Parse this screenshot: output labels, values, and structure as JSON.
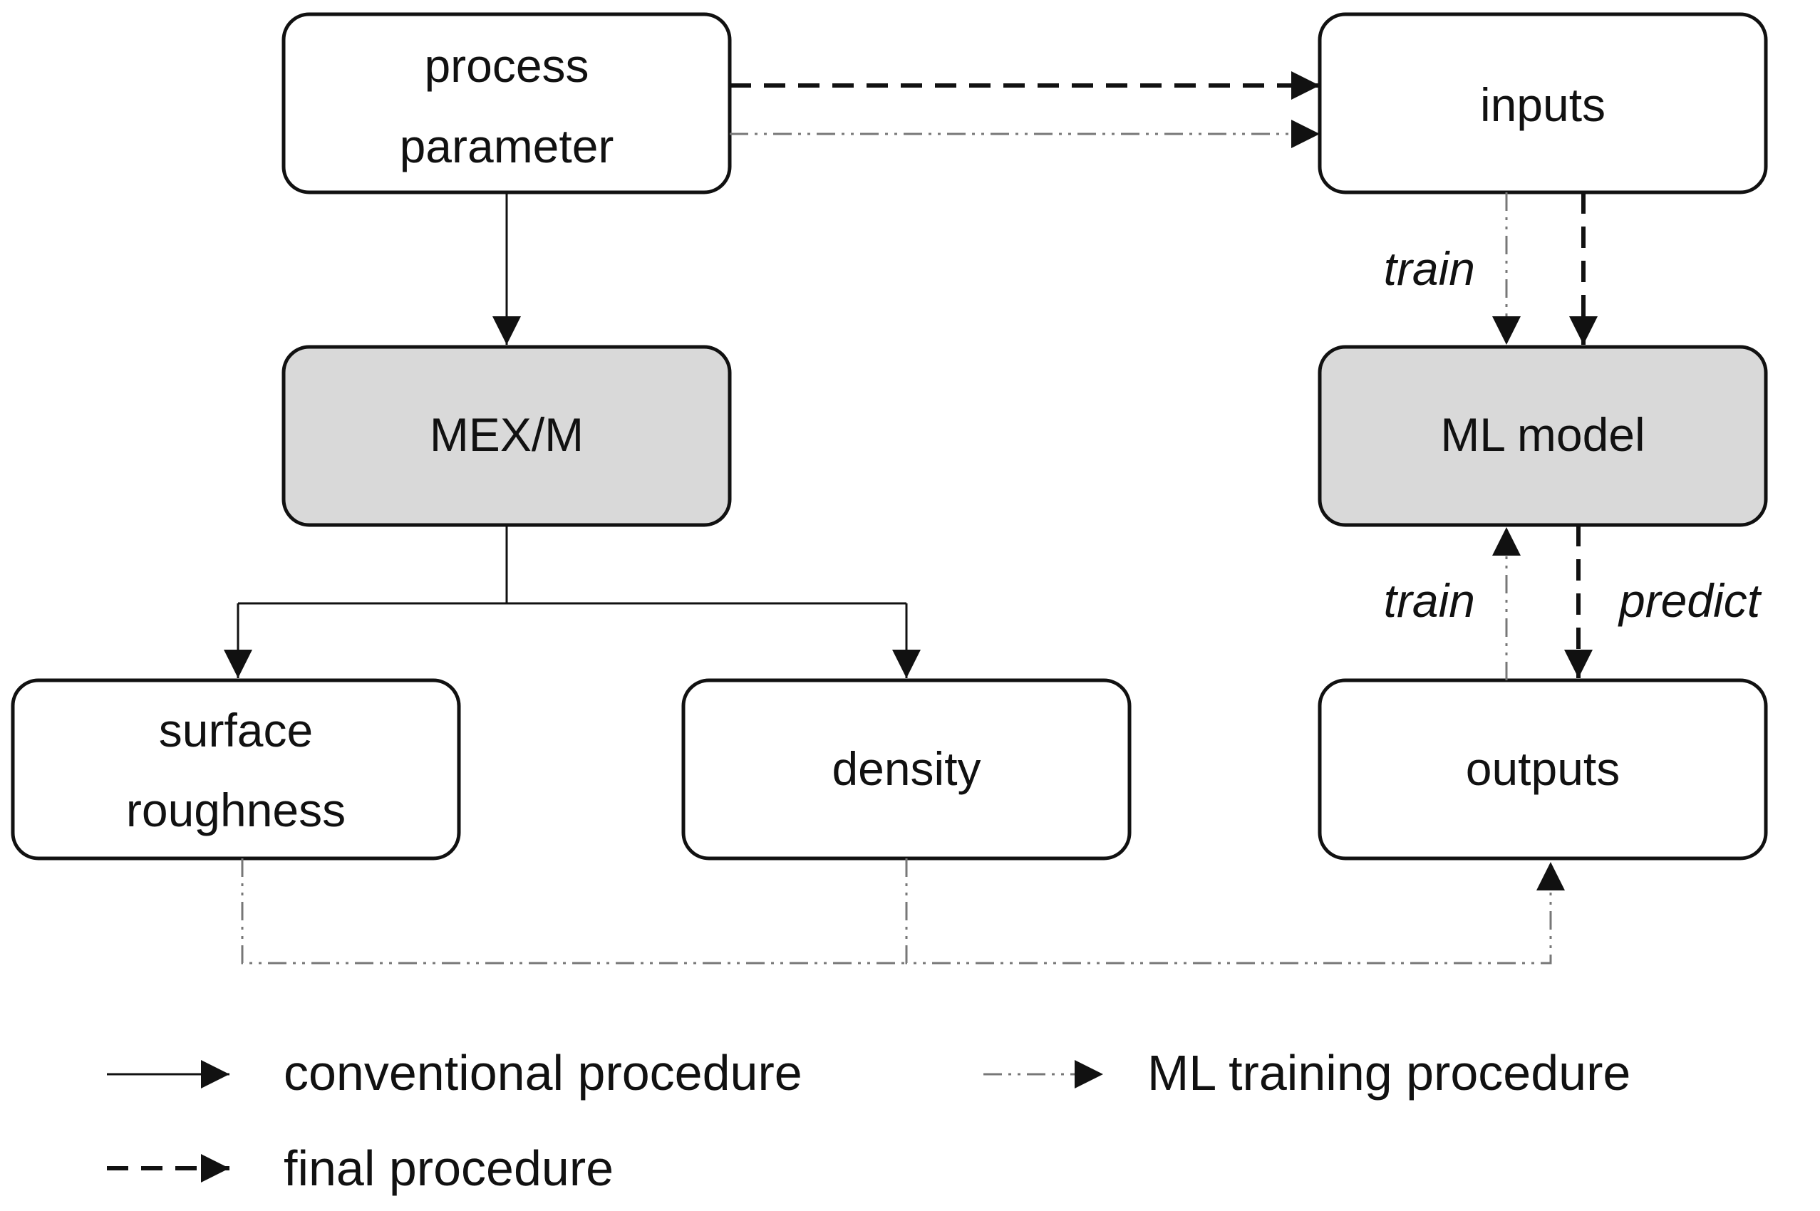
{
  "nodes": {
    "process_parameter": {
      "line1": "process",
      "line2": "parameter"
    },
    "inputs": {
      "label": "inputs"
    },
    "mex_m": {
      "label": "MEX/M"
    },
    "ml_model": {
      "label": "ML model"
    },
    "surface_roughness": {
      "line1": "surface",
      "line2": "roughness"
    },
    "density": {
      "label": "density"
    },
    "outputs": {
      "label": "outputs"
    }
  },
  "edge_labels": {
    "train_inputs_to_model": "train",
    "train_outputs_to_model": "train",
    "predict": "predict"
  },
  "legend": {
    "conventional": "conventional procedure",
    "ml_training": "ML training procedure",
    "final": "final procedure"
  },
  "colors": {
    "box_fill": "#ffffff",
    "box_fill_gray": "#d9d9d9",
    "stroke": "#111111",
    "ml_training_line": "#777777"
  }
}
